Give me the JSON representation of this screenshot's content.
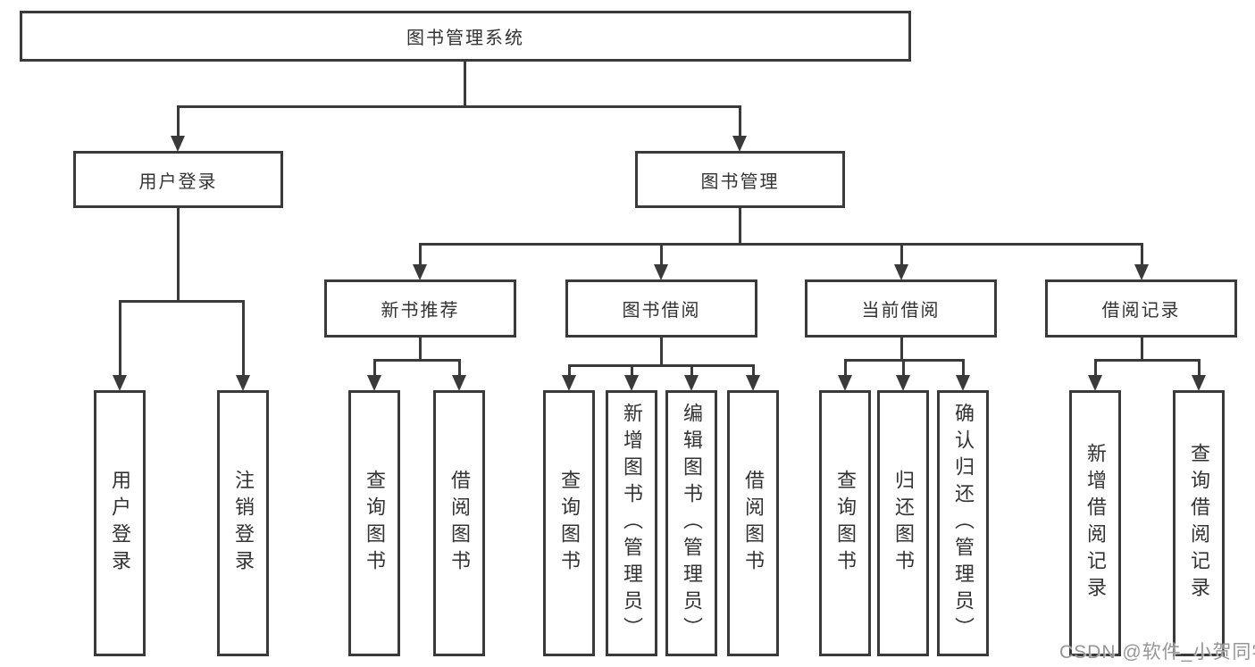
{
  "tree": {
    "label": "图书管理系统",
    "children": [
      {
        "label": "用户登录",
        "children": [
          {
            "label": "用户登录"
          },
          {
            "label": "注销登录"
          }
        ]
      },
      {
        "label": "图书管理",
        "children": [
          {
            "label": "新书推荐",
            "children": [
              {
                "label": "查询图书"
              },
              {
                "label": "借阅图书"
              }
            ]
          },
          {
            "label": "图书借阅",
            "children": [
              {
                "label": "查询图书"
              },
              {
                "label": "新增图书（管理员）"
              },
              {
                "label": "编辑图书（管理员）"
              },
              {
                "label": "借阅图书"
              }
            ]
          },
          {
            "label": "当前借阅",
            "children": [
              {
                "label": "查询图书"
              },
              {
                "label": "归还图书"
              },
              {
                "label": "确认归还（管理员）"
              }
            ]
          },
          {
            "label": "借阅记录",
            "children": [
              {
                "label": "新增借阅记录"
              },
              {
                "label": "查询借阅记录"
              }
            ]
          }
        ]
      }
    ]
  },
  "colors": {
    "line": "#3a3a3a",
    "text": "#333333",
    "background": "#ffffff",
    "watermark": "#969696"
  },
  "watermark": {
    "text": "CSDN @软件_小贺同学"
  }
}
